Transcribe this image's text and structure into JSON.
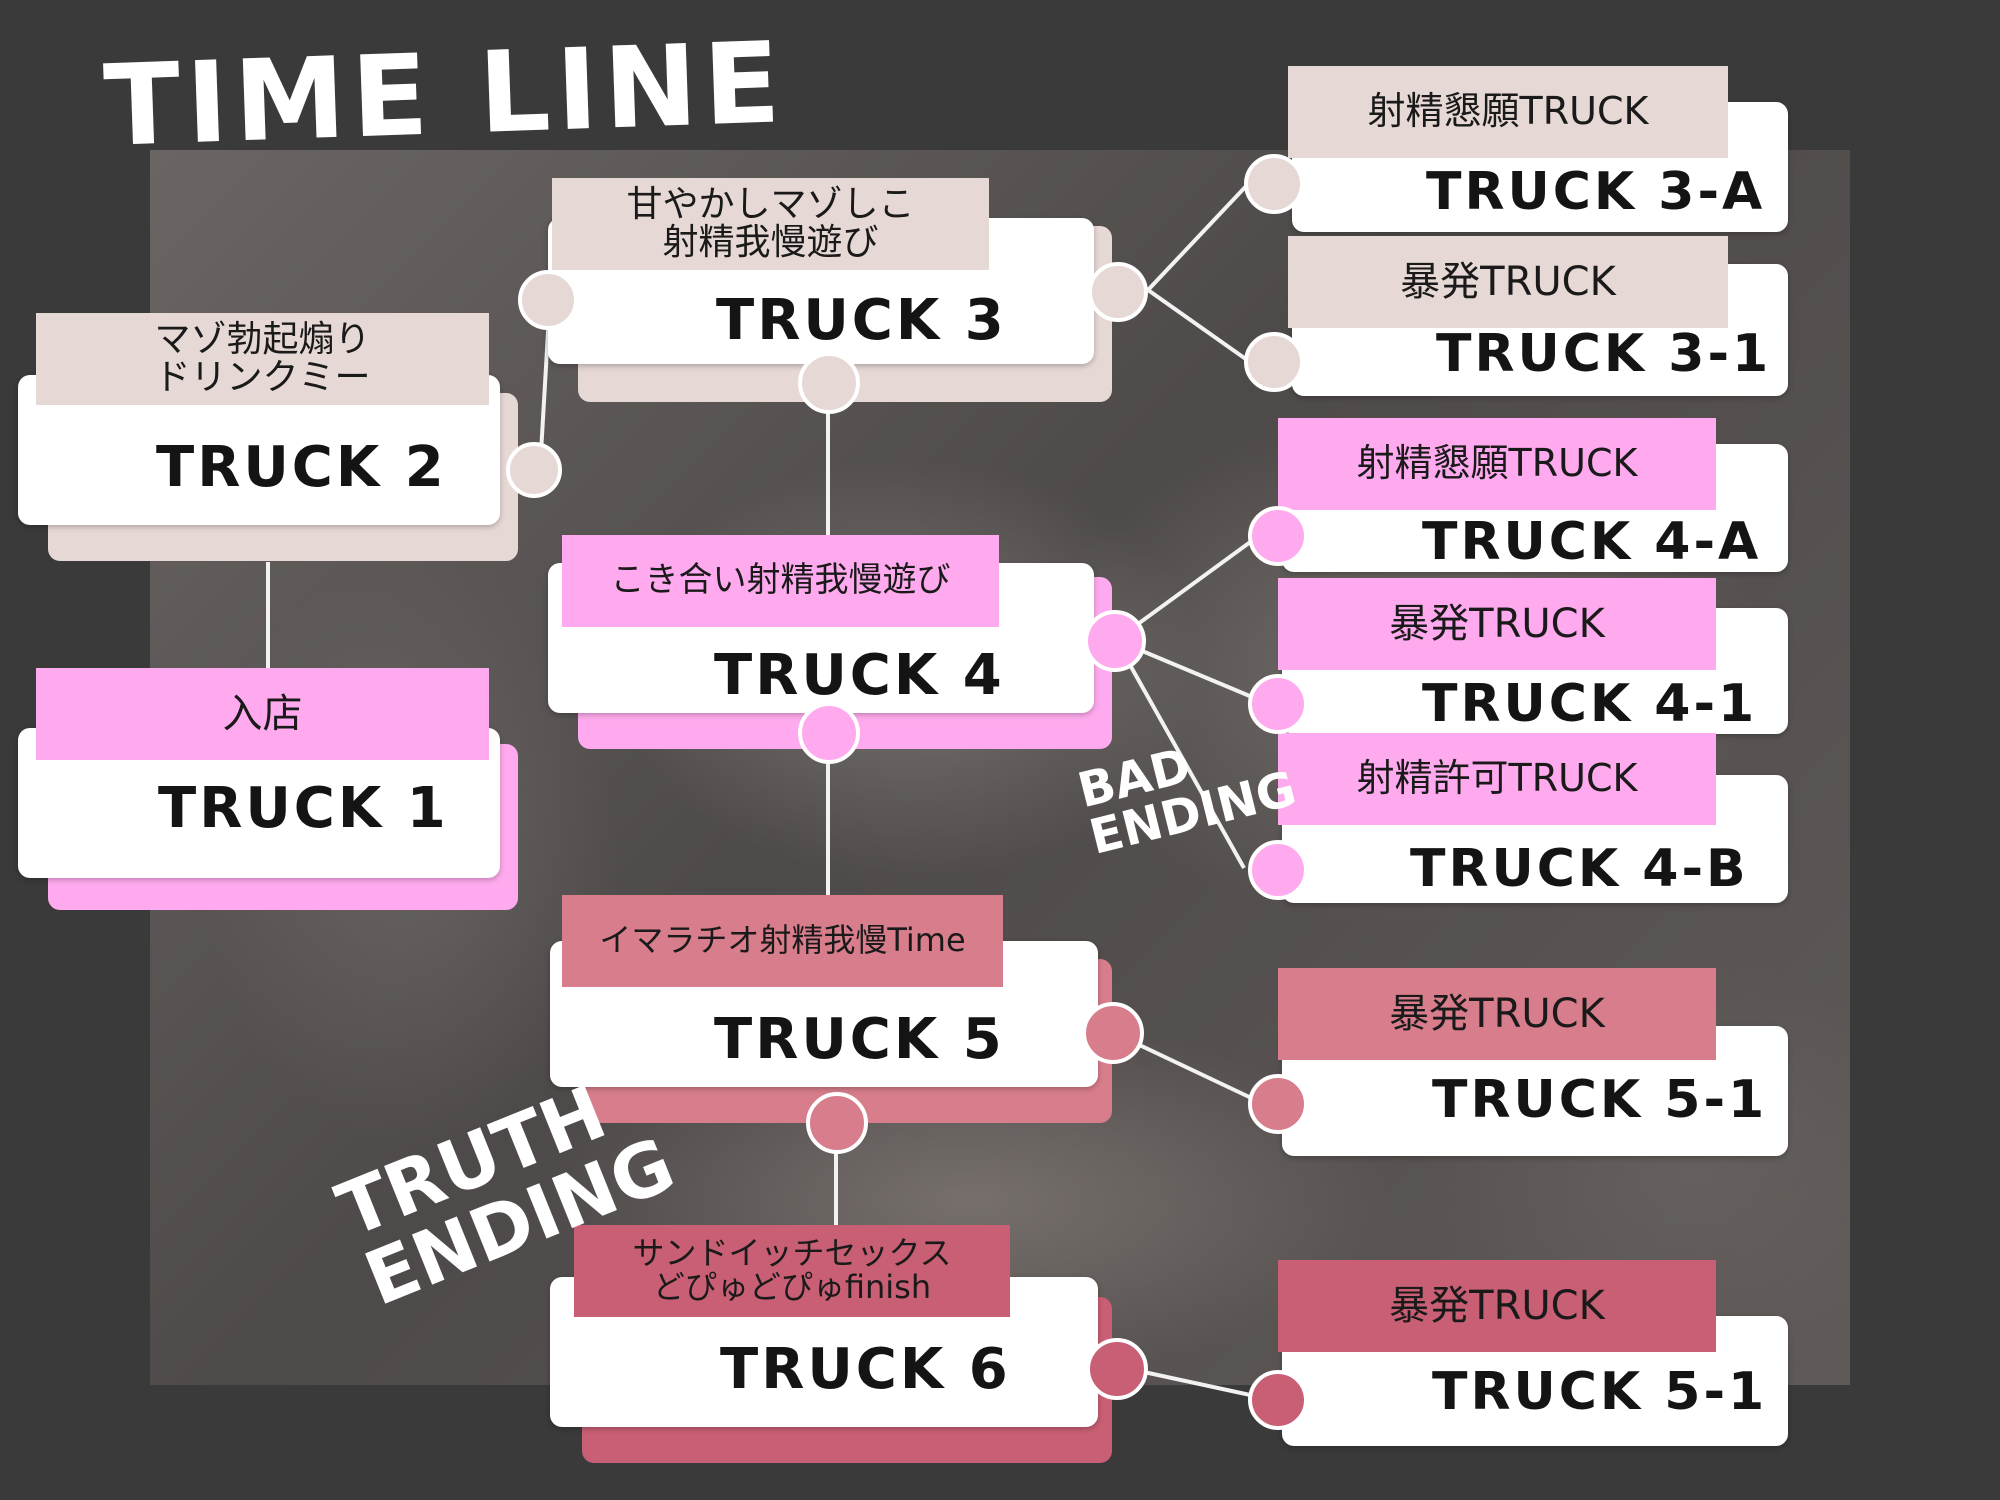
{
  "title": "TIME LINE",
  "colors": {
    "beige": "#e6d8d5",
    "pink": "#ffaaee",
    "rose": "#d87d8b",
    "red": "#c95f74",
    "background": "#3a3a3a"
  },
  "nodes": {
    "t1": {
      "tab": "入店",
      "label": "TRUCK 1"
    },
    "t2": {
      "tab": "マゾ勃起煽り\nドリンクミー",
      "label": "TRUCK 2"
    },
    "t3": {
      "tab": "甘やかしマゾしこ\n射精我慢遊び",
      "label": "TRUCK 3"
    },
    "t4": {
      "tab": "こき合い射精我慢遊び",
      "label": "TRUCK 4"
    },
    "t5": {
      "tab": "イマラチオ射精我慢Time",
      "label": "TRUCK 5"
    },
    "t6": {
      "tab": "サンドイッチセックス\nどぴゅどぴゅfinish",
      "label": "TRUCK 6"
    },
    "t3a": {
      "tab": "射精懇願TRUCK",
      "label": "TRUCK 3-A"
    },
    "t31": {
      "tab": "暴発TRUCK",
      "label": "TRUCK 3-1"
    },
    "t4a": {
      "tab": "射精懇願TRUCK",
      "label": "TRUCK 4-A"
    },
    "t41": {
      "tab": "暴発TRUCK",
      "label": "TRUCK 4-1"
    },
    "t4b": {
      "tab": "射精許可TRUCK",
      "label": "TRUCK 4-B"
    },
    "t51": {
      "tab": "暴発TRUCK",
      "label": "TRUCK 5-1"
    },
    "t61": {
      "tab": "暴発TRUCK",
      "label": "TRUCK 5-1"
    }
  },
  "endings": {
    "bad": "BAD\nENDING",
    "truth": "TRUTH\nENDING"
  }
}
